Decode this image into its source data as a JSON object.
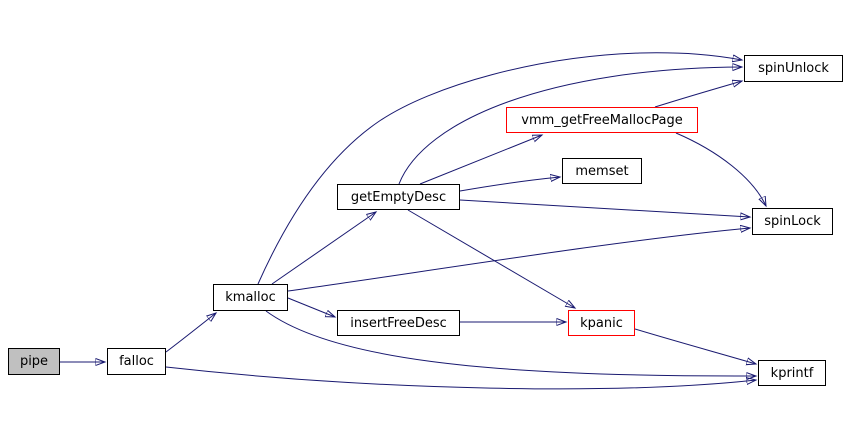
{
  "graph": {
    "type": "call-graph",
    "colors": {
      "background": "#ffffff",
      "edge": "#191970",
      "node_border": "#000000",
      "node_fill": "#ffffff",
      "root_node_fill": "#c0c0c0",
      "highlighted_node_border": "#ff0000",
      "text": "#000000"
    },
    "nodes": {
      "pipe": {
        "label": "pipe",
        "style": "root"
      },
      "falloc": {
        "label": "falloc",
        "style": "normal"
      },
      "kmalloc": {
        "label": "kmalloc",
        "style": "normal"
      },
      "getEmptyDesc": {
        "label": "getEmptyDesc",
        "style": "normal"
      },
      "insertFreeDesc": {
        "label": "insertFreeDesc",
        "style": "normal"
      },
      "vmm_getFreeMallocPage": {
        "label": "vmm_getFreeMallocPage",
        "style": "highlighted"
      },
      "memset": {
        "label": "memset",
        "style": "normal"
      },
      "spinUnlock": {
        "label": "spinUnlock",
        "style": "normal"
      },
      "spinLock": {
        "label": "spinLock",
        "style": "normal"
      },
      "kpanic": {
        "label": "kpanic",
        "style": "highlighted"
      },
      "kprintf": {
        "label": "kprintf",
        "style": "normal"
      }
    },
    "edges": [
      {
        "from": "pipe",
        "to": "falloc"
      },
      {
        "from": "falloc",
        "to": "kmalloc"
      },
      {
        "from": "falloc",
        "to": "kprintf"
      },
      {
        "from": "kmalloc",
        "to": "getEmptyDesc"
      },
      {
        "from": "kmalloc",
        "to": "insertFreeDesc"
      },
      {
        "from": "kmalloc",
        "to": "spinUnlock"
      },
      {
        "from": "kmalloc",
        "to": "spinLock"
      },
      {
        "from": "kmalloc",
        "to": "kprintf"
      },
      {
        "from": "getEmptyDesc",
        "to": "vmm_getFreeMallocPage"
      },
      {
        "from": "getEmptyDesc",
        "to": "memset"
      },
      {
        "from": "getEmptyDesc",
        "to": "spinUnlock"
      },
      {
        "from": "getEmptyDesc",
        "to": "spinLock"
      },
      {
        "from": "getEmptyDesc",
        "to": "kpanic"
      },
      {
        "from": "insertFreeDesc",
        "to": "kpanic"
      },
      {
        "from": "vmm_getFreeMallocPage",
        "to": "spinUnlock"
      },
      {
        "from": "vmm_getFreeMallocPage",
        "to": "spinLock"
      },
      {
        "from": "kpanic",
        "to": "kprintf"
      }
    ]
  }
}
